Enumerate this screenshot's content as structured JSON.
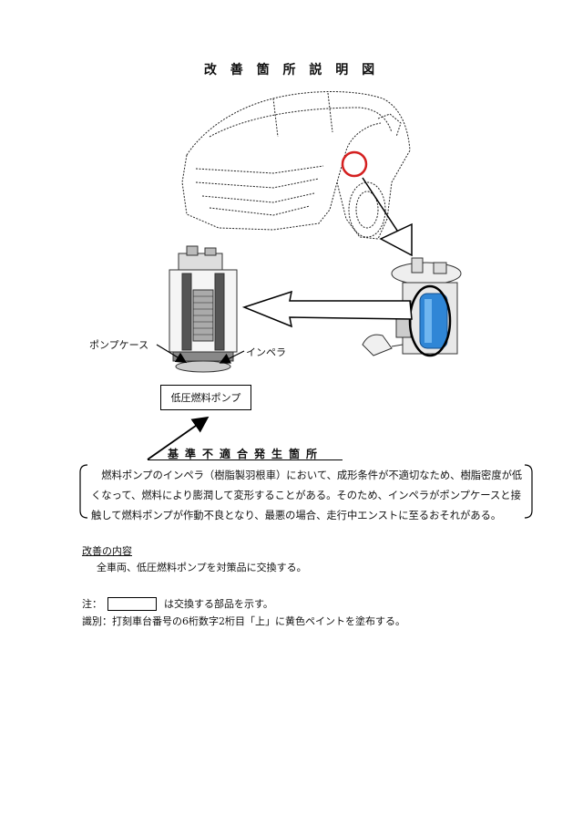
{
  "document": {
    "title": "改 善 箇 所 説 明 図",
    "labels": {
      "pump_case": "ポンプケース",
      "impeller": "インペラ",
      "part_box": "低圧燃料ポンプ"
    },
    "defect": {
      "heading": "基準不適合発生箇所",
      "body": "燃料ポンプのインペラ（樹脂製羽根車）において、成形条件が不適切なため、樹脂密度が低くなって、燃料により膨潤して変形することがある。そのため、インペラがポンプケースと接触して燃料ポンプが作動不良となり、最悪の場合、走行中エンストに至るおそれがある。"
    },
    "improvement": {
      "heading": "改善の内容",
      "body": "全車両、低圧燃料ポンプを対策品に交換する。"
    },
    "note": {
      "prefix": "注：",
      "suffix": "は交換する部品を示す。"
    },
    "identification": "識別：打刻車台番号の6桁数字2桁目「上」に黄色ペイントを塗布する。"
  },
  "colors": {
    "highlight_circle": "#d42020",
    "pump_blue": "#2f86d6",
    "ink": "#111111"
  },
  "icons": [
    "car-illustration",
    "fuel-pump-assembly-illustration",
    "fuel-pump-cutaway-illustration"
  ]
}
